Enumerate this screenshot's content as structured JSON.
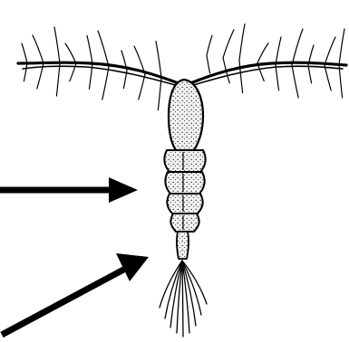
{
  "figure": {
    "subject": "copepod",
    "background": "#ffffff",
    "ink": "#000000",
    "body_fill": "#eeeeee",
    "antenna_count": 2,
    "body_segments": 4,
    "tail_bristle_count": 9,
    "arrows": [
      {
        "name": "arrow-to-body-segments",
        "direction": "right"
      },
      {
        "name": "arrow-to-tail",
        "direction": "up-right"
      }
    ]
  }
}
